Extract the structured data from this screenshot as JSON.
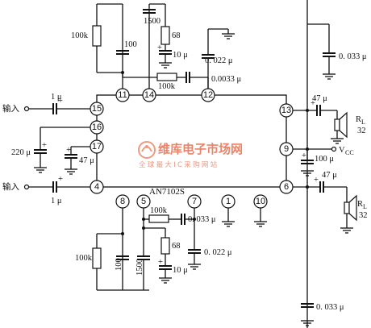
{
  "chip": {
    "label": "AN7102S"
  },
  "pins": {
    "p11": "11",
    "p14": "14",
    "p12": "12",
    "p13": "13",
    "p15": "15",
    "p16": "16",
    "p17": "17",
    "p4": "4",
    "p9": "9",
    "p6": "6",
    "p8": "8",
    "p5": "5",
    "p7": "7",
    "p1": "1",
    "p10": "10"
  },
  "labels": {
    "input_top": "输入",
    "input_bottom": "输入",
    "vcc": "V",
    "vcc_sub": "CC"
  },
  "components": {
    "r_100k_top_left": "100k",
    "c_100_top": "100",
    "c_1500_top": "1500",
    "r_68_top": "68",
    "c_10u_top": "10 μ",
    "r_100k_top_mid": "100k",
    "c_00033_top": "0.0033 μ",
    "c_0022_top": "0. 022 μ",
    "c_0033_top_right": "0. 033 μ",
    "c_1u_in1": "1 μ",
    "c_1u_in2": "1 μ",
    "c_220u": "220 μ",
    "c_47u_left": "47 μ",
    "c_47u_out1": "47 μ",
    "c_100u": "100 μ",
    "c_47u_out2": "47 μ",
    "rl_top_name": "R",
    "rl_top_sub": "L",
    "rl_top_val": "32",
    "rl_bot_name": "R",
    "rl_bot_sub": "L",
    "rl_bot_val": "32",
    "r_100k_bot_mid": "100k",
    "c_0033_bot": "0. 033 μ",
    "r_68_bot": "68",
    "c_0022_bot": "0. 022 μ",
    "c_10u_bot": "10 μ",
    "r_100k_bot_left": "100k",
    "c_100_bot": "100",
    "c_1500_bot": "1500",
    "c_0033_bot_right": "0. 033 μ"
  },
  "watermark": {
    "line1": "维库电子市场网",
    "line2": "全球最大IC采购网站"
  },
  "colors": {
    "line": "#111111",
    "watermark": "#e8856a"
  }
}
